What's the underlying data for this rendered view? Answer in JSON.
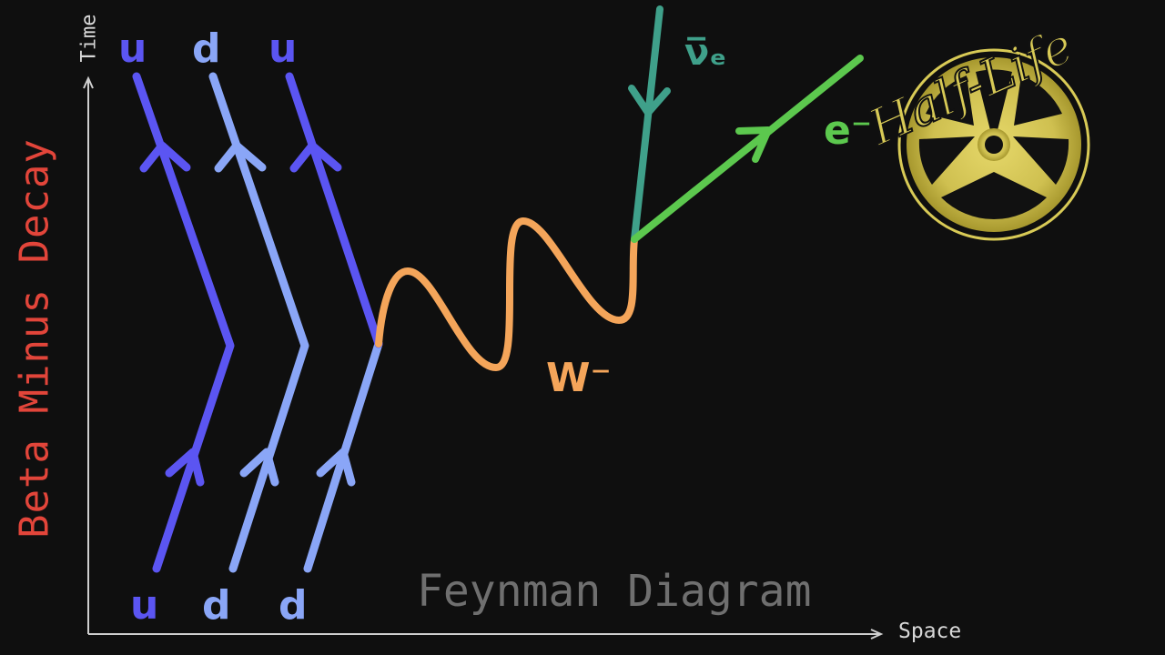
{
  "title": "Beta Minus Decay",
  "caption": "Feynman Diagram",
  "axes": {
    "y_label": "Time",
    "x_label": "Space"
  },
  "quarks": {
    "initial": [
      "u",
      "d",
      "d"
    ],
    "final": [
      "u",
      "d",
      "u"
    ]
  },
  "particles": {
    "w_boson": "W⁻",
    "electron": "e⁻",
    "antineutrino": "ν̅ₑ"
  },
  "logo": {
    "name": "half-life-logo",
    "text": "Half-Life"
  },
  "colors": {
    "background": "#0f0f0f",
    "up_quark": "#5b55f2",
    "down_quark": "#8aa6f7",
    "w_boson": "#f4a55a",
    "electron": "#5cc84e",
    "antineutrino": "#3fa08a",
    "title": "#e2453a",
    "caption": "#6f6f6f",
    "axis": "#d8d8d8",
    "logo_yellow": "#d8ca56"
  }
}
